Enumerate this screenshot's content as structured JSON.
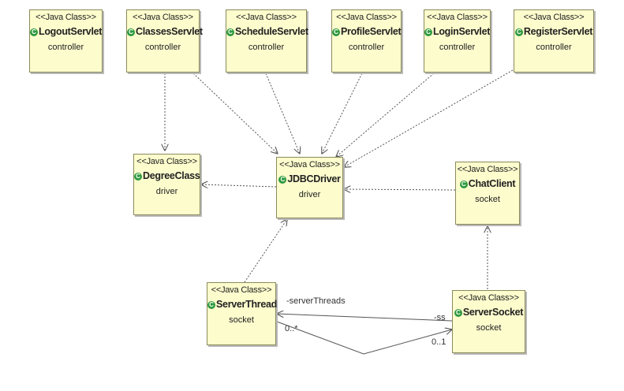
{
  "classes": {
    "logout": {
      "stereotype": "<<Java Class>>",
      "icon": "class-icon",
      "name": "LogoutServlet",
      "package": "controller"
    },
    "classes": {
      "stereotype": "<<Java Class>>",
      "icon": "class-icon",
      "name": "ClassesServlet",
      "package": "controller"
    },
    "schedule": {
      "stereotype": "<<Java Class>>",
      "icon": "class-icon",
      "name": "ScheduleServlet",
      "package": "controller"
    },
    "profile": {
      "stereotype": "<<Java Class>>",
      "icon": "class-icon",
      "name": "ProfileServlet",
      "package": "controller"
    },
    "login": {
      "stereotype": "<<Java Class>>",
      "icon": "class-icon",
      "name": "LoginServlet",
      "package": "controller"
    },
    "register": {
      "stereotype": "<<Java Class>>",
      "icon": "class-icon",
      "name": "RegisterServlet",
      "package": "controller"
    },
    "degree": {
      "stereotype": "<<Java Class>>",
      "icon": "class-icon",
      "name": "DegreeClass",
      "package": "driver"
    },
    "jdbc": {
      "stereotype": "<<Java Class>>",
      "icon": "class-icon",
      "name": "JDBCDriver",
      "package": "driver"
    },
    "chat": {
      "stereotype": "<<Java Class>>",
      "icon": "class-icon",
      "name": "ChatClient",
      "package": "socket"
    },
    "thread": {
      "stereotype": "<<Java Class>>",
      "icon": "class-icon",
      "name": "ServerThread",
      "package": "socket"
    },
    "server": {
      "stereotype": "<<Java Class>>",
      "icon": "class-icon",
      "name": "ServerSocket",
      "package": "socket"
    }
  },
  "edge_labels": {
    "server_threads": "-serverThreads",
    "many": "0..*",
    "ss": "-ss",
    "one": "0..1"
  },
  "colors": {
    "class_fill": "#fdfccd",
    "class_border": "#8a8a5c",
    "class_icon": "#2e9a3e",
    "edge": "#555555"
  }
}
